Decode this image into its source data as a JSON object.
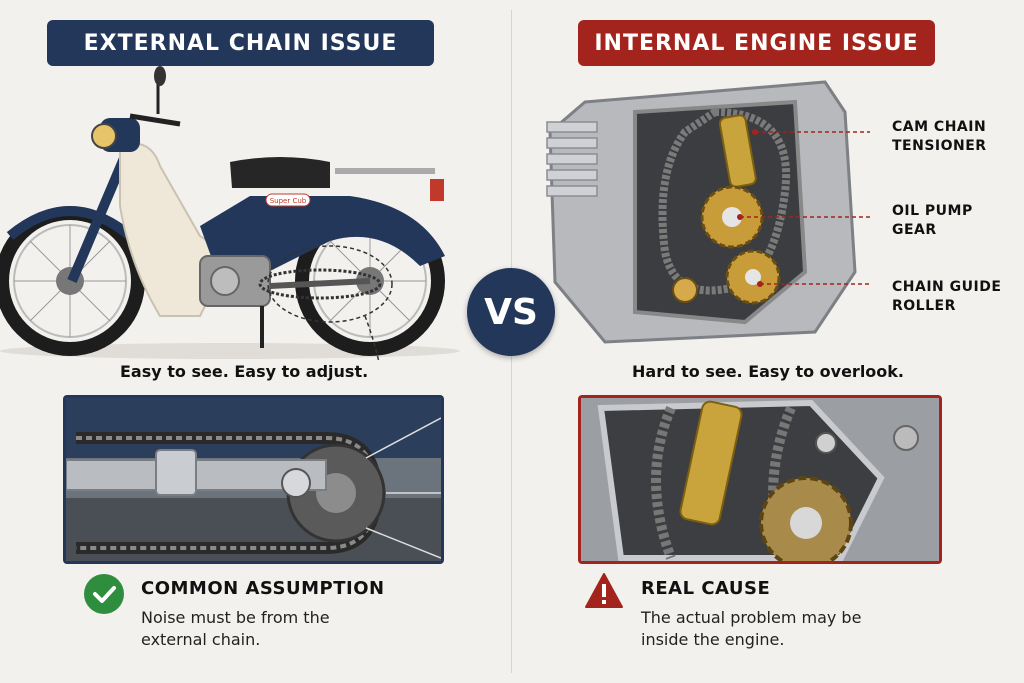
{
  "left": {
    "banner": "EXTERNAL CHAIN ISSUE",
    "caption": "Easy to see. Easy to adjust.",
    "note_title": "COMMON ASSUMPTION",
    "note_body": "Noise must be from the external chain.",
    "scooter_badge": "Super Cub"
  },
  "center": {
    "vs": "VS"
  },
  "right": {
    "banner": "INTERNAL ENGINE ISSUE",
    "caption": "Hard to see. Easy to overlook.",
    "labels": [
      "CAM CHAIN TENSIONER",
      "OIL PUMP GEAR",
      "CHAIN GUIDE ROLLER"
    ],
    "note_title": "REAL CAUSE",
    "note_body": "The actual problem may be inside the engine."
  }
}
